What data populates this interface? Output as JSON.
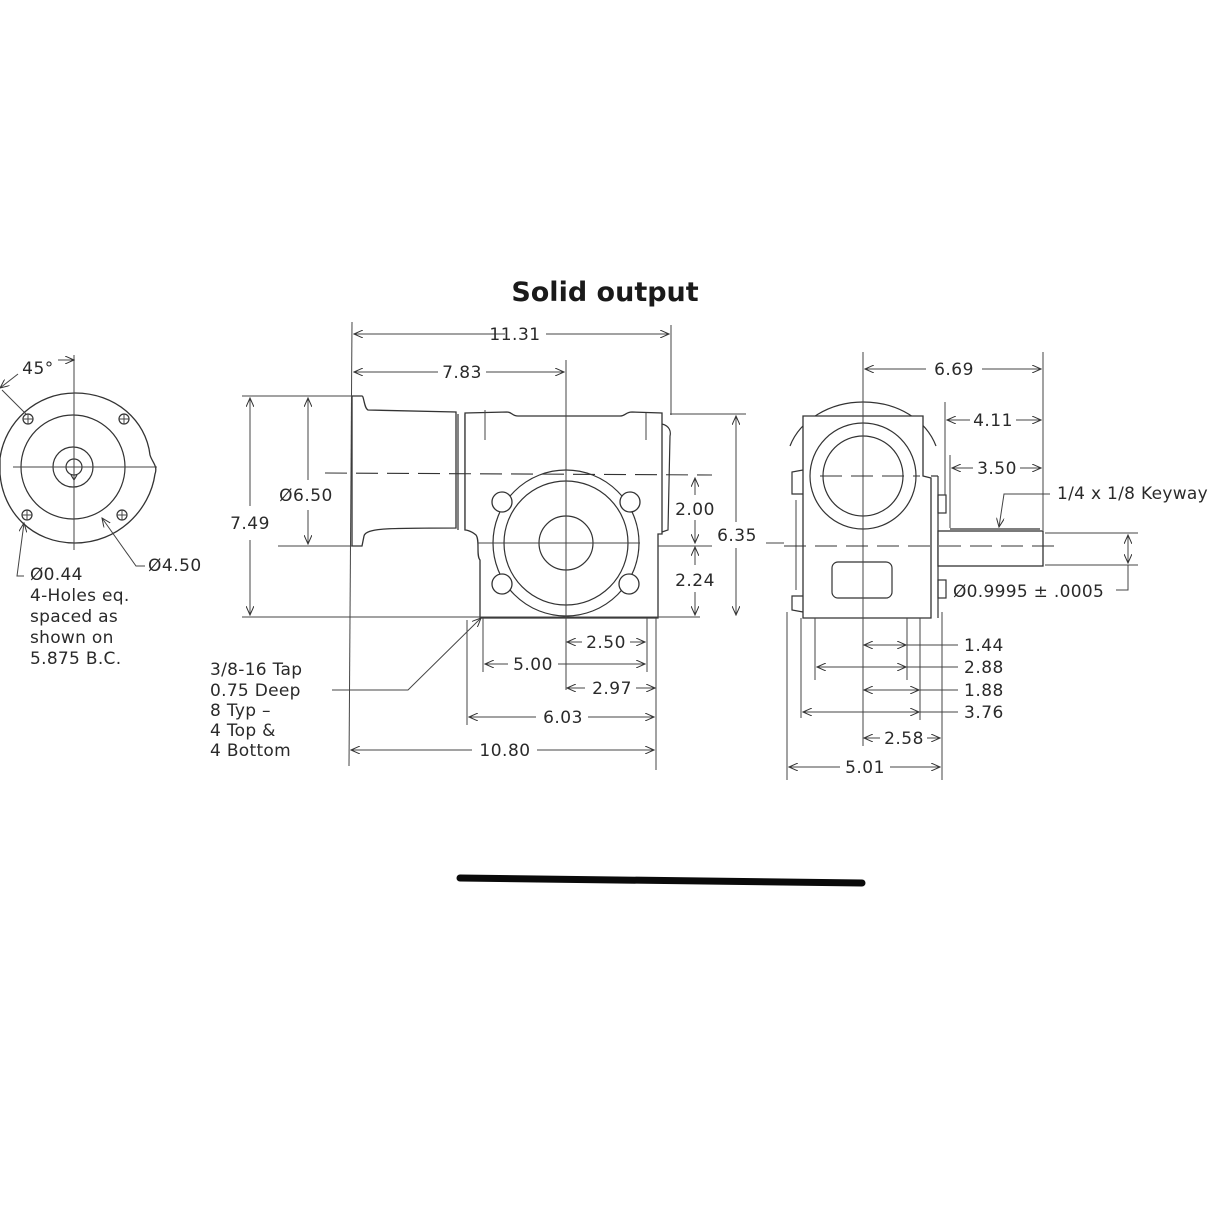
{
  "title": "Solid output",
  "input_flange_view": {
    "angle_label": "45°",
    "pilot_diameter": "Ø4.50",
    "hole_note": {
      "line1": "Ø0.44",
      "line2": "4-Holes eq.",
      "line3": "spaced as",
      "line4": "shown on",
      "line5": "5.875 B.C."
    }
  },
  "front_view": {
    "overall_length": "11.31",
    "to_center_length": "7.83",
    "flange_diameter": "Ø6.50",
    "overall_height": "7.49",
    "upper_height": "2.00",
    "lower_height": "2.24",
    "housing_height": "6.35",
    "mount_half_spacing": "2.50",
    "mount_spacing": "5.00",
    "center_to_end": "2.97",
    "base_length": "6.03",
    "base_overall": "10.80",
    "tap_note": {
      "line1": "3/8-16 Tap",
      "line2": "0.75 Deep",
      "line3": "8 Typ –",
      "line4": "4 Top &",
      "line5": "4 Bottom"
    }
  },
  "side_view": {
    "center_to_shaft_end": "6.69",
    "shaft_length": "4.11",
    "key_length": "3.50",
    "keyway_note": "1/4 x 1/8 Keyway",
    "shaft_diameter": "Ø0.9995 ± .0005",
    "dim_1_44": "1.44",
    "dim_2_88": "2.88",
    "dim_1_88": "1.88",
    "dim_3_76": "3.76",
    "dim_2_58": "2.58",
    "dim_5_01": "5.01"
  },
  "colors": {
    "line": "#333333",
    "text": "#2a2a2a",
    "divider": "#0a0a0a",
    "background": "#ffffff"
  }
}
